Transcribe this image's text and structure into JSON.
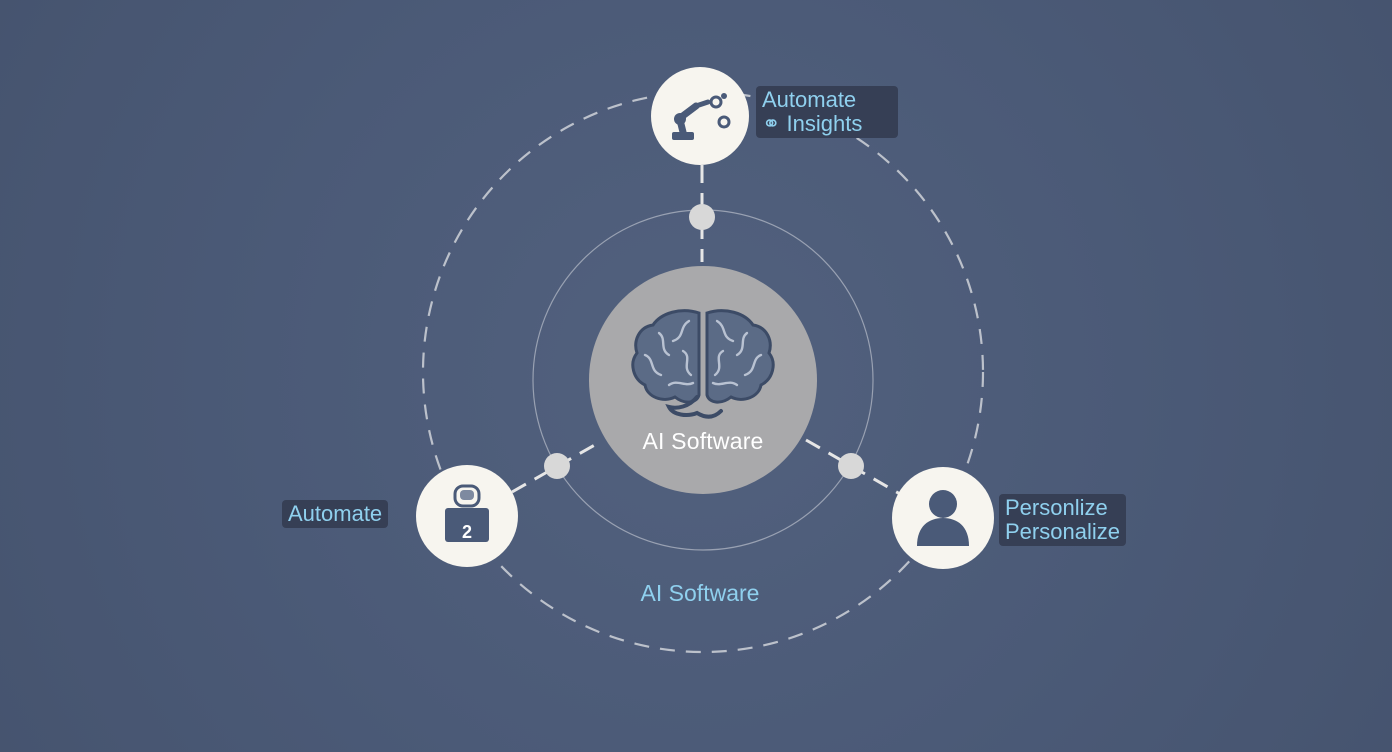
{
  "center": {
    "label": "AI Software",
    "icon": "brain-icon"
  },
  "nodes": {
    "top": {
      "icon": "robot-arm-gears-icon",
      "label_line1": "Automate",
      "label_line2": "⚭ Insights"
    },
    "left": {
      "icon": "robot-badge-icon",
      "badge_number": "2",
      "label": "Automate"
    },
    "right": {
      "icon": "user-icon",
      "label_line1": "Personlize",
      "label_line2": "Personalize"
    }
  },
  "caption": "AI Software",
  "colors": {
    "background": "#4c5b78",
    "label_bg": "#363f55",
    "label_text": "#8fd0ee",
    "node_fill": "#f7f5ef",
    "center_fill": "#a9a9ab",
    "icon_color": "#4a5a78"
  }
}
